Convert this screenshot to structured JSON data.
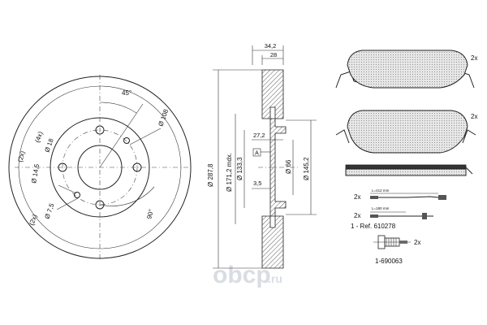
{
  "disc_front": {
    "d108": "Ø 108",
    "angle45": "45°",
    "holes4": "(4x)",
    "d18": "Ø 18",
    "holes2a": "(2x)",
    "d145": "Ø 14,5",
    "holes2b": "(2x)",
    "d75": "Ø 7,5",
    "angle90": "90°"
  },
  "disc_section": {
    "w342": "34,2",
    "w28": "28",
    "d2878": "Ø 287,8",
    "d1712": "Ø 171,2 mdx.",
    "d1333": "Ø 133,3",
    "d272": "27,2",
    "datum": "A",
    "d66": "Ø 66",
    "d1452": "Ø 145,2",
    "d35": "3,5"
  },
  "pads": {
    "qty_top": "2x",
    "qty_bottom": "2x"
  },
  "sensors": {
    "qty1": "2x",
    "len1": "L=412 mm",
    "qty2": "2x",
    "len2": "L=180 mm",
    "ref": "1 - Ref. 610278",
    "kit_qty": "2x",
    "kit_ref": "1-690063"
  },
  "watermark": {
    "text": "оbcp",
    "suffix": ".ru"
  }
}
